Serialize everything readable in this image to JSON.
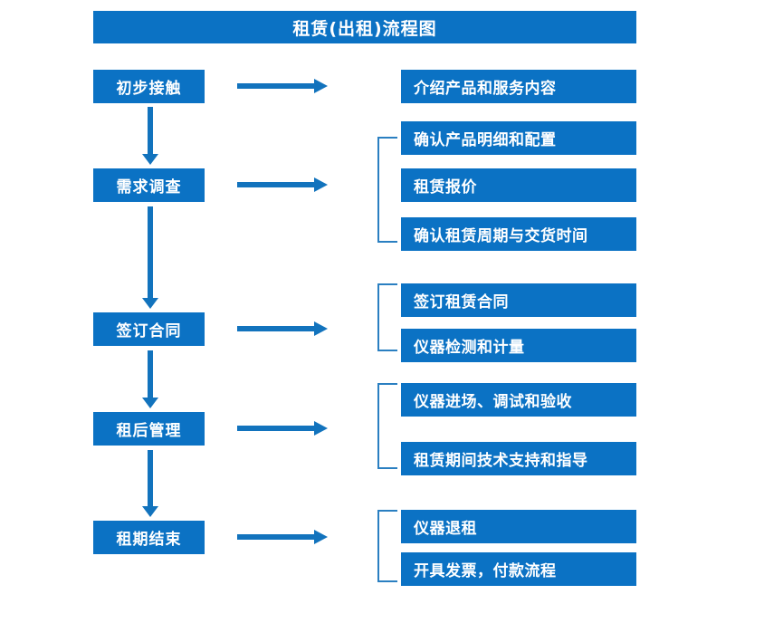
{
  "header": {
    "title": "租赁(出租)流程图"
  },
  "theme": {
    "primary": "#0b72c4",
    "arrow": "#1273bd",
    "bracket": "#2a7fc1",
    "text_on_primary": "#ffffff",
    "background": "#ffffff"
  },
  "chart_data": {
    "type": "diagram",
    "title": "租赁(出租)流程图",
    "orientation": "vertical-with-branches",
    "stages": [
      {
        "label": "初步接触",
        "details": [
          "介绍产品和服务内容"
        ],
        "bracketed": false
      },
      {
        "label": "需求调查",
        "details": [
          "确认产品明细和配置",
          "租赁报价",
          "确认租赁周期与交货时间"
        ],
        "bracketed": true
      },
      {
        "label": "签订合同",
        "details": [
          "签订租赁合同",
          "仪器检测和计量"
        ],
        "bracketed": true
      },
      {
        "label": "租后管理",
        "details": [
          "仪器进场、调试和验收",
          "租赁期间技术支持和指导"
        ],
        "bracketed": true
      },
      {
        "label": "租期结束",
        "details": [
          "仪器退租",
          "开具发票，付款流程"
        ],
        "bracketed": true
      }
    ]
  },
  "stage_boxes": [
    {
      "label": "初步接触"
    },
    {
      "label": "需求调查"
    },
    {
      "label": "签订合同"
    },
    {
      "label": "租后管理"
    },
    {
      "label": "租期结束"
    }
  ],
  "detail_boxes": [
    {
      "label": "介绍产品和服务内容"
    },
    {
      "label": "确认产品明细和配置"
    },
    {
      "label": "租赁报价"
    },
    {
      "label": "确认租赁周期与交货时间"
    },
    {
      "label": "签订租赁合同"
    },
    {
      "label": "仪器检测和计量"
    },
    {
      "label": "仪器进场、调试和验收"
    },
    {
      "label": "租赁期间技术支持和指导"
    },
    {
      "label": "仪器退租"
    },
    {
      "label": "开具发票，付款流程"
    }
  ]
}
